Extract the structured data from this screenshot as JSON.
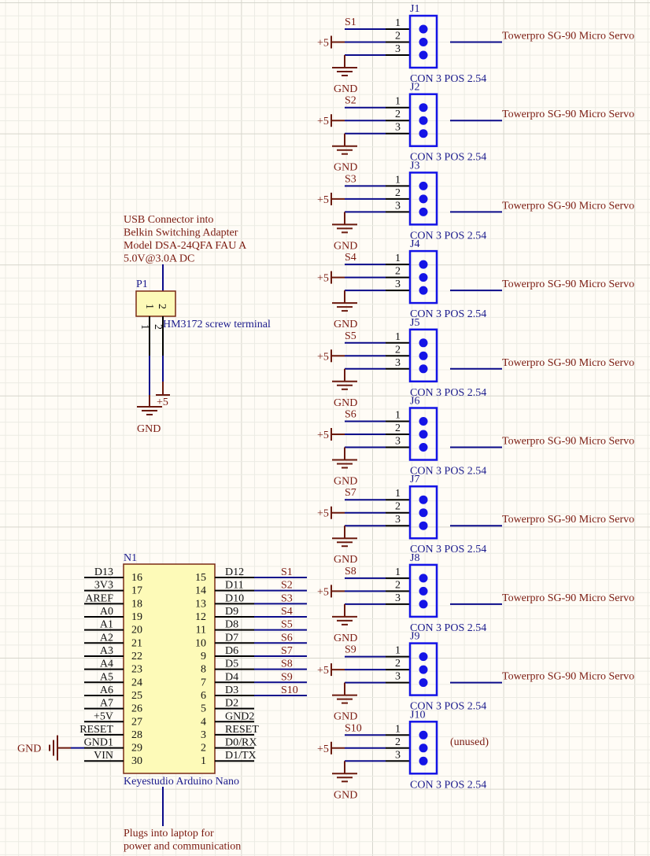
{
  "grid": {
    "background": "#fffcf6",
    "minor_color": "#ecebe4",
    "major_color": "#d6d5cc"
  },
  "colors": {
    "wire": "#0b0b8a",
    "pin": "#000000",
    "power": "#6b1a0e",
    "designator": "#1a1a8c",
    "net_label": "#7a1a10",
    "connector_outline": "#1414e6",
    "ic_fill": "#fdfab8"
  },
  "connectors": [
    {
      "designator": "J1",
      "signal": "S1",
      "power_label": "+5",
      "gnd_label": "GND",
      "pins": [
        "1",
        "2",
        "3"
      ],
      "comment": "CON 3 POS 2.54",
      "note": "Towerpro SG-90 Micro Servo",
      "note_pin": 2
    },
    {
      "designator": "J2",
      "signal": "S2",
      "power_label": "+5",
      "gnd_label": "GND",
      "pins": [
        "1",
        "2",
        "3"
      ],
      "comment": "CON 3 POS 2.54",
      "note": "Towerpro SG-90 Micro Servo",
      "note_pin": 2
    },
    {
      "designator": "J3",
      "signal": "S3",
      "power_label": "+5",
      "gnd_label": "GND",
      "pins": [
        "1",
        "2",
        "3"
      ],
      "comment": "CON 3 POS 2.54",
      "note": "Towerpro SG-90 Micro Servo",
      "note_pin": 3
    },
    {
      "designator": "J4",
      "signal": "S4",
      "power_label": "+5",
      "gnd_label": "GND",
      "pins": [
        "1",
        "2",
        "3"
      ],
      "comment": "CON 3 POS 2.54",
      "note": "Towerpro SG-90 Micro Servo",
      "note_pin": 3
    },
    {
      "designator": "J5",
      "signal": "S5",
      "power_label": "+5",
      "gnd_label": "GND",
      "pins": [
        "1",
        "2",
        "3"
      ],
      "comment": "CON 3 POS 2.54",
      "note": "Towerpro SG-90 Micro Servo",
      "note_pin": 3
    },
    {
      "designator": "J6",
      "signal": "S6",
      "power_label": "+5",
      "gnd_label": "GND",
      "pins": [
        "1",
        "2",
        "3"
      ],
      "comment": "CON 3 POS 2.54",
      "note": "Towerpro SG-90 Micro Servo",
      "note_pin": 3
    },
    {
      "designator": "J7",
      "signal": "S7",
      "power_label": "+5",
      "gnd_label": "GND",
      "pins": [
        "1",
        "2",
        "3"
      ],
      "comment": "CON 3 POS 2.54",
      "note": "Towerpro SG-90 Micro Servo",
      "note_pin": 3
    },
    {
      "designator": "J8",
      "signal": "S8",
      "power_label": "+5",
      "gnd_label": "GND",
      "pins": [
        "1",
        "2",
        "3"
      ],
      "comment": "CON 3 POS 2.54",
      "note": "Towerpro SG-90 Micro Servo",
      "note_pin": 3
    },
    {
      "designator": "J9",
      "signal": "S9",
      "power_label": "+5",
      "gnd_label": "GND",
      "pins": [
        "1",
        "2",
        "3"
      ],
      "comment": "CON 3 POS 2.54",
      "note": "Towerpro SG-90 Micro Servo",
      "note_pin": 3
    },
    {
      "designator": "J10",
      "signal": "S10",
      "power_label": "+5",
      "gnd_label": "GND",
      "pins": [
        "1",
        "2",
        "3"
      ],
      "comment": "CON 3 POS 2.54",
      "note": "(unused)",
      "note_pin": 0
    }
  ],
  "p1": {
    "designator": "P1",
    "comment": "HM3172 screw terminal",
    "pins": [
      "1",
      "2"
    ],
    "note_lines": [
      "USB Connector into",
      "Belkin Switching Adapter",
      "Model DSA-24QFA FAU A",
      "5.0V@3.0A DC"
    ],
    "power_label": "+5",
    "gnd_label": "GND"
  },
  "n1": {
    "designator": "N1",
    "comment": "Keyestudio Arduino Nano",
    "left_pins": [
      {
        "num": "16",
        "name": "D13"
      },
      {
        "num": "17",
        "name": "3V3"
      },
      {
        "num": "18",
        "name": "AREF"
      },
      {
        "num": "19",
        "name": "A0"
      },
      {
        "num": "20",
        "name": "A1"
      },
      {
        "num": "21",
        "name": "A2"
      },
      {
        "num": "22",
        "name": "A3"
      },
      {
        "num": "23",
        "name": "A4"
      },
      {
        "num": "24",
        "name": "A5"
      },
      {
        "num": "25",
        "name": "A6"
      },
      {
        "num": "26",
        "name": "A7"
      },
      {
        "num": "27",
        "name": "+5V"
      },
      {
        "num": "28",
        "name": "RESET"
      },
      {
        "num": "29",
        "name": "GND1"
      },
      {
        "num": "30",
        "name": "VIN"
      }
    ],
    "right_pins": [
      {
        "num": "15",
        "name": "D12",
        "net": "S1"
      },
      {
        "num": "14",
        "name": "D11",
        "net": "S2"
      },
      {
        "num": "13",
        "name": "D10",
        "net": "S3"
      },
      {
        "num": "12",
        "name": "D9",
        "net": "S4"
      },
      {
        "num": "11",
        "name": "D8",
        "net": "S5"
      },
      {
        "num": "10",
        "name": "D7",
        "net": "S6"
      },
      {
        "num": "9",
        "name": "D6",
        "net": "S7"
      },
      {
        "num": "8",
        "name": "D5",
        "net": "S8"
      },
      {
        "num": "7",
        "name": "D4",
        "net": "S9"
      },
      {
        "num": "6",
        "name": "D3",
        "net": "S10"
      },
      {
        "num": "5",
        "name": "D2",
        "net": ""
      },
      {
        "num": "4",
        "name": "GND2",
        "net": ""
      },
      {
        "num": "3",
        "name": "RESET",
        "net": ""
      },
      {
        "num": "2",
        "name": "D0/RX",
        "net": ""
      },
      {
        "num": "1",
        "name": "D1/TX",
        "net": ""
      }
    ],
    "gnd_label": "GND",
    "gnd_pin_index": 13,
    "note_lines": [
      "Plugs into laptop for",
      "power and communication"
    ]
  }
}
